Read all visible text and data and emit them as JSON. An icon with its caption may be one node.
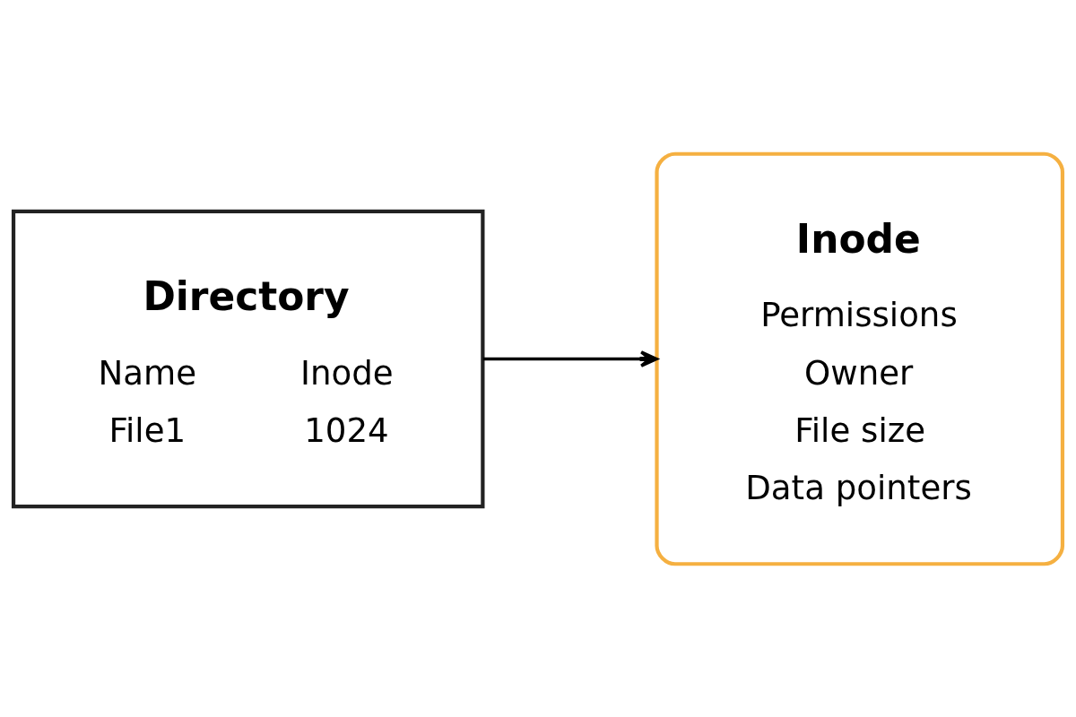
{
  "diagram": {
    "nodes": [
      {
        "text": [
          "Directory",
          "Name",
          "Inode",
          "File1",
          "1024"
        ]
      },
      {
        "text": [
          "Inode",
          "Permissions",
          "Owner",
          "File size",
          "Data pointers"
        ]
      }
    ],
    "edges": [
      {
        "from": 0,
        "to": 1,
        "arrow": "to"
      }
    ]
  }
}
